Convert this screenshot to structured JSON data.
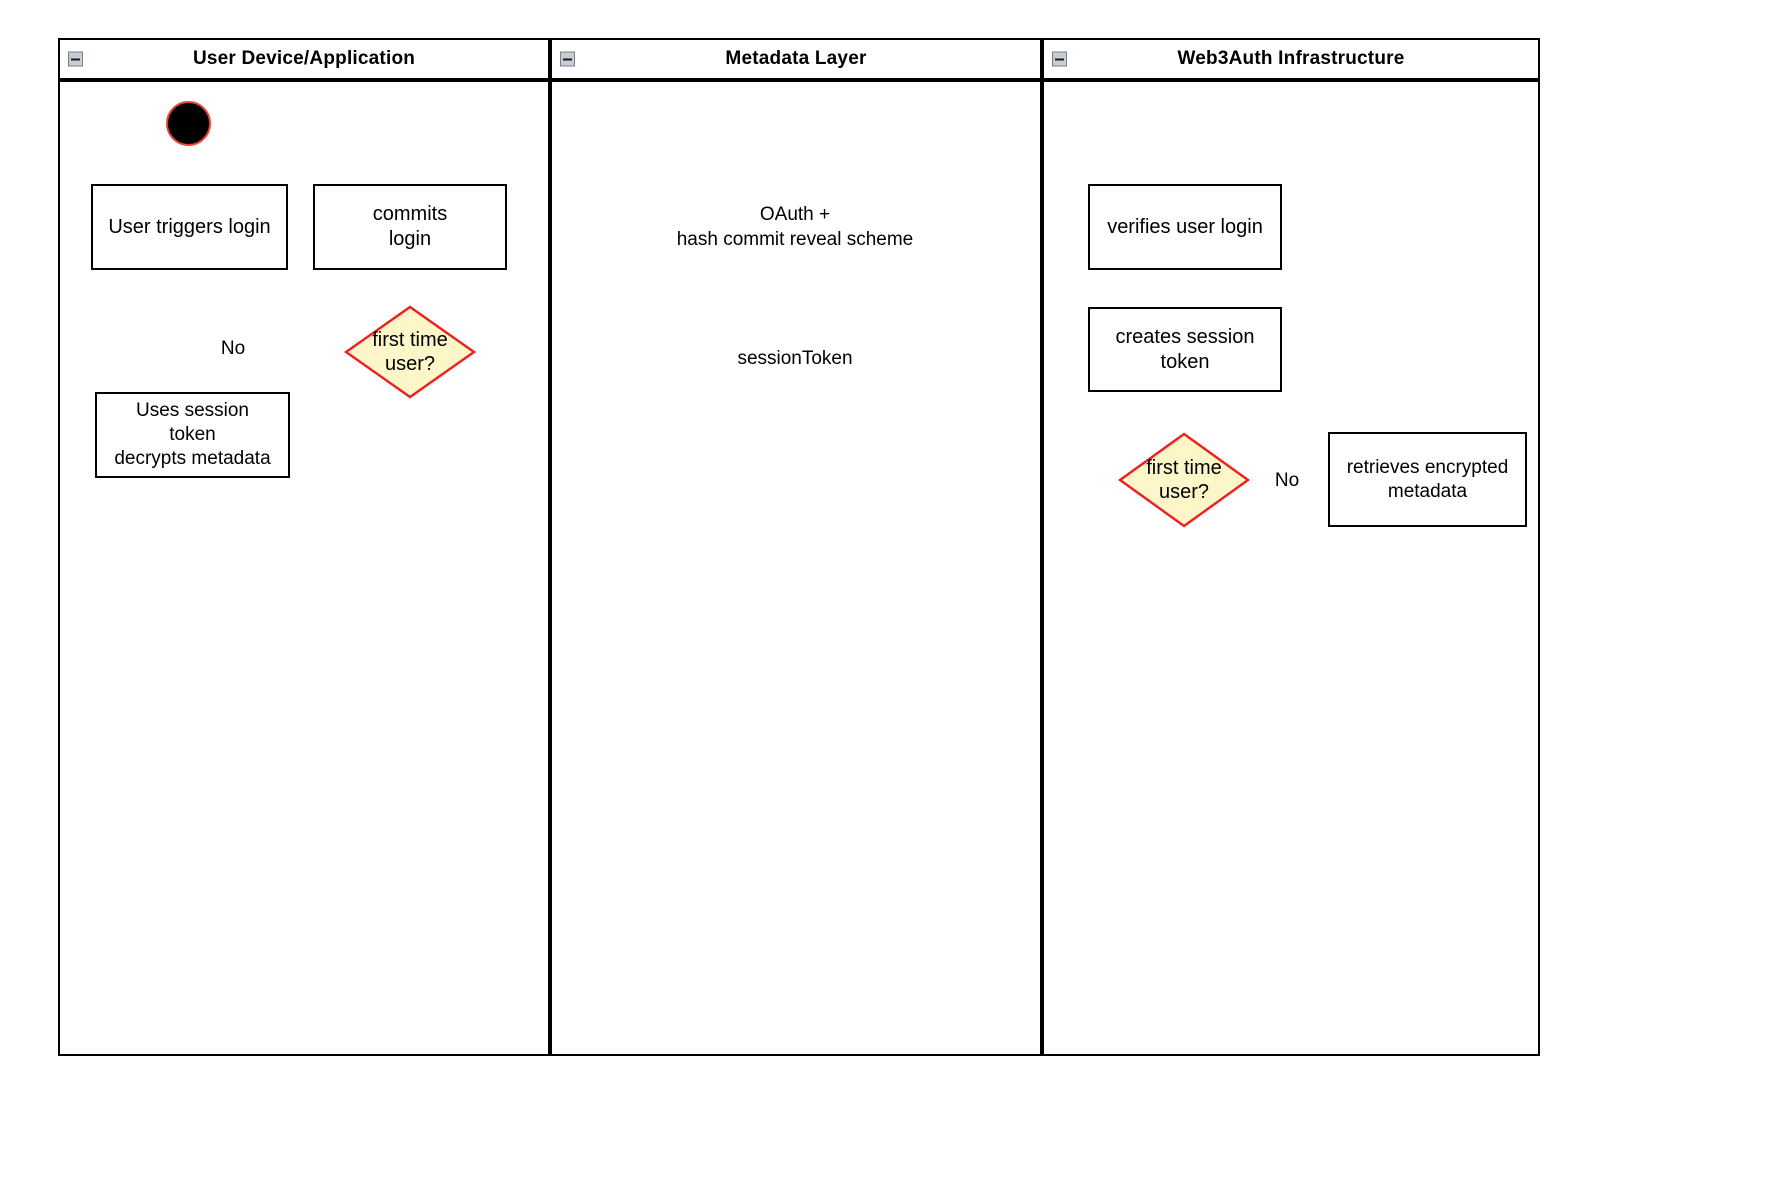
{
  "diagram": {
    "type": "uml-activity-swimlane",
    "colors": {
      "lane_border": "#000000",
      "node_border": "#000000",
      "node_fill": "#ffffff",
      "decision_fill": "#fdf6c8",
      "decision_border": "#ee1f1f",
      "edge": "#a65550",
      "start_fill": "#000000",
      "start_ring": "#e8443a",
      "collapse_icon_fill": "#c8cdd4"
    }
  },
  "lanes": [
    {
      "id": "lane-user-device",
      "title": "User Device/Application",
      "collapse_icon": "collapse-minus-icon"
    },
    {
      "id": "lane-metadata",
      "title": "Metadata Layer",
      "collapse_icon": "collapse-minus-icon"
    },
    {
      "id": "lane-web3auth",
      "title": "Web3Auth Infrastructure",
      "collapse_icon": "collapse-minus-icon"
    }
  ],
  "nodes": {
    "start": {
      "label": "",
      "kind": "initial-node"
    },
    "user_triggers_login": {
      "label": "User triggers login",
      "kind": "action"
    },
    "commits_login": {
      "label": "commits\nlogin",
      "kind": "action"
    },
    "first_time_user_left": {
      "label": "first time\nuser?",
      "kind": "decision"
    },
    "uses_session_token": {
      "label": "Uses session\ntoken\ndecrypts metadata",
      "kind": "action"
    },
    "verifies_user_login": {
      "label": "verifies user login",
      "kind": "action"
    },
    "creates_session_token": {
      "label": "creates session\ntoken",
      "kind": "action"
    },
    "first_time_user_right": {
      "label": "first time\nuser?",
      "kind": "decision"
    },
    "retrieves_encrypted_metadata": {
      "label": "retrieves encrypted\nmetadata",
      "kind": "action"
    }
  },
  "edge_labels": {
    "oauth": "OAuth +\nhash commit reveal scheme",
    "session_token": "sessionToken",
    "no_left": "No",
    "no_right": "No"
  }
}
